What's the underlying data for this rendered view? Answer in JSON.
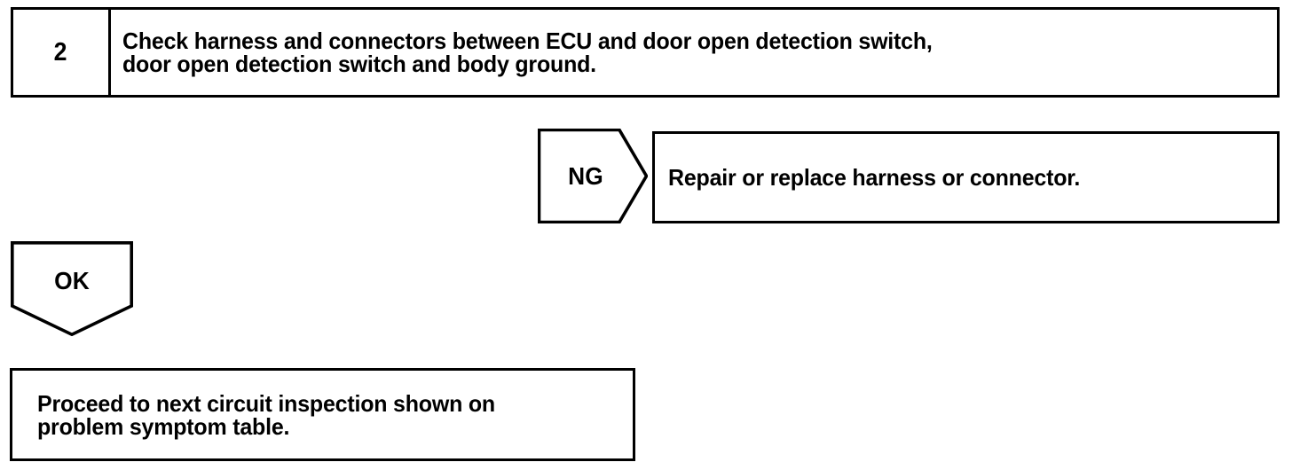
{
  "document": {
    "type": "troubleshooting-flowchart",
    "ink_color": "#000000",
    "background_color": "#ffffff"
  },
  "step": {
    "number": "2",
    "instruction": "Check harness and connectors between ECU and door open detection switch,\ndoor open detection switch and body ground."
  },
  "branches": {
    "ng": {
      "label": "NG",
      "shape": "right-pointing-pentagon",
      "result_text": "Repair or replace harness or connector."
    },
    "ok": {
      "label": "OK",
      "shape": "down-pointing-pentagon"
    }
  },
  "outcome": {
    "text": "Proceed to next circuit inspection shown on\nproblem symptom table."
  }
}
